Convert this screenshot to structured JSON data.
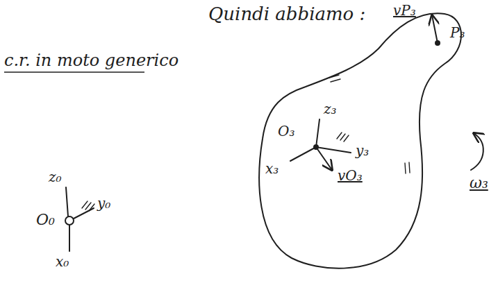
{
  "diagram": {
    "title": "Quindi abbiamo :",
    "labels": [
      "c.r. in moto generico",
      "z₀",
      "y₀",
      "O₀",
      "x₀",
      "O₃",
      "z₃",
      "y₃",
      "x₃",
      "vO₃",
      "vP₃",
      "P₃",
      "ω₃"
    ]
  }
}
